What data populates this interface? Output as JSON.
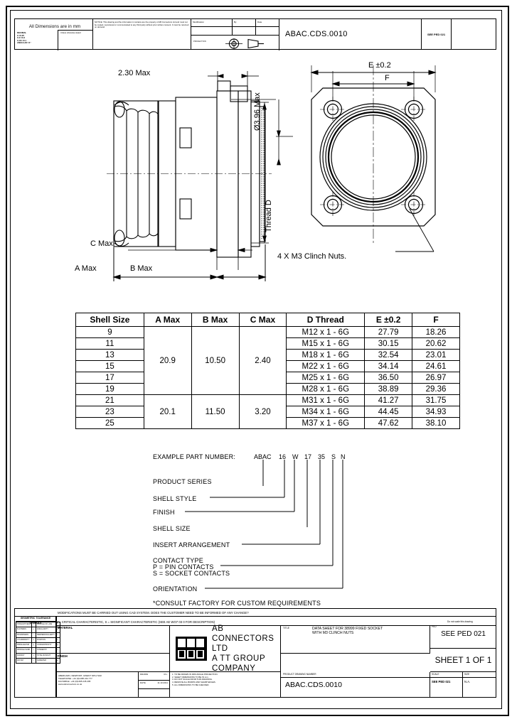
{
  "header": {
    "dimensions_note": "All Dimensions are in mm",
    "tolerance_caption": "Unless otherwise stated",
    "tolerance_lines": [
      "DECIMAL",
      "X  ±0.25",
      "X.X  ±0.2",
      "X.XX  ±0.1",
      "ANGULAR ±1°"
    ],
    "general_note": "NOTICE: This drawing and the information it contains are the property of AB Connectors Ltd and must not be copied, reproduced or communicated to any third party without prior written consent. It must be returned on demand.",
    "rev_columns": [
      "Modification",
      "By",
      "Date"
    ],
    "projection_label": "PROJECTION",
    "drawing_number": "ABAC.CDS.0010",
    "ped_ref": "SEE PED 021"
  },
  "drawing": {
    "dim_230_max": "2.30 Max",
    "dim_diameter": "Ø3.96 Max",
    "thread_d": "Thread D",
    "dim_c_max": "C Max",
    "dim_a_max": "A Max",
    "dim_b_max": "B Max",
    "dim_e": "E ±0.2",
    "dim_f": "F",
    "clinch_note": "4 X M3 Clinch Nuts."
  },
  "table": {
    "headers": [
      "Shell Size",
      "A Max",
      "B Max",
      "C Max",
      "D Thread",
      "E ±0.2",
      "F"
    ],
    "group1": {
      "a_max": "20.9",
      "b_max": "10.50",
      "c_max": "2.40"
    },
    "group2": {
      "a_max": "20.1",
      "b_max": "11.50",
      "c_max": "3.20"
    },
    "rows": [
      {
        "shell": "9",
        "thread": "M12 x 1 - 6G",
        "e": "27.79",
        "f": "18.26",
        "group": 1
      },
      {
        "shell": "11",
        "thread": "M15 x 1 - 6G",
        "e": "30.15",
        "f": "20.62",
        "group": 1
      },
      {
        "shell": "13",
        "thread": "M18 x 1 - 6G",
        "e": "32.54",
        "f": "23.01",
        "group": 1
      },
      {
        "shell": "15",
        "thread": "M22 x 1 - 6G",
        "e": "34.14",
        "f": "24.61",
        "group": 1
      },
      {
        "shell": "17",
        "thread": "M25 x 1 - 6G",
        "e": "36.50",
        "f": "26.97",
        "group": 1
      },
      {
        "shell": "19",
        "thread": "M28 x 1 - 6G",
        "e": "38.89",
        "f": "29.36",
        "group": 1
      },
      {
        "shell": "21",
        "thread": "M31 x 1 - 6G",
        "e": "41.27",
        "f": "31.75",
        "group": 2
      },
      {
        "shell": "23",
        "thread": "M34 x 1 - 6G",
        "e": "44.45",
        "f": "34.93",
        "group": 2
      },
      {
        "shell": "25",
        "thread": "M37 x 1 - 6G",
        "e": "47.62",
        "f": "38.10",
        "group": 2
      }
    ]
  },
  "part_number": {
    "title": "EXAMPLE PART NUMBER:",
    "code_segments": [
      "ABAC",
      "16",
      "W",
      "17",
      "35",
      "S",
      "N"
    ],
    "legend": [
      "PRODUCT SERIES",
      "SHELL STYLE",
      "FINISH",
      "SHELL SIZE",
      "INSERT ARRANGEMENT",
      "CONTACT TYPE",
      "ORIENTATION"
    ],
    "contact_type_detail": [
      "P = PIN CONTACTS",
      "S = SOCKET CONTACTS"
    ],
    "footnote": "*CONSULT FACTORY FOR CUSTOM REQUIREMENTS"
  },
  "title_block": {
    "mod_note": "MODIFICATIONS MUST BE CARRIED OUT USING CAD SYSTEM. DOES THE CUSTOMER NEED TO BE INFORMED OF ANY CHANGE?",
    "vc_note": "V = CRITICAL CHARACTERISTIC, S = SIGNIFICANT CHARACTERISTIC (SEE AE WO7 03 0  FOR DESCRIPTION)",
    "do_not_scale": "Do not scale this drawing",
    "geo_header": "GEOMETRIC TOLERANCE SYMBOLS",
    "geo_rows": [
      [
        "STRAIGHTNESS",
        "PROFILE OF LINE"
      ],
      [
        "FLATNESS",
        "ANGULARITY"
      ],
      [
        "ROUNDNESS",
        "PERPENDICULARITY"
      ],
      [
        "CYLINDRICITY",
        "POSITION"
      ],
      [
        "PARALLELISM",
        "CONCENTRICITY"
      ],
      [
        "PROFILE SURF",
        "SYMMETRY"
      ],
      [
        "RUNOUT",
        "TOTAL RUNOUT"
      ],
      [
        "DATUM",
        "DIAMETER"
      ]
    ],
    "material_caption": "MATERIAL",
    "finish_caption": "FINISH",
    "company_name_line1": "AB CONNECTORS LTD",
    "company_name_line2": "A TT GROUP COMPANY",
    "address": [
      "ABERCARN, NEWPORT, GWENT NP11 5AR",
      "TELEPHONE: +44 (0)1495 244 777",
      "FACSIMILE: +44 (0)1495 245 295",
      "www.abconnectors.co.uk"
    ],
    "drawn_caption": "DRAWN",
    "drawn_by": "R.L.",
    "date_caption": "DATE",
    "date_value": "11.10.2011",
    "title_caption": "TITLE",
    "title_line1": "DATA SHEET FOR 38999 FIXED SOCKET",
    "title_line2": "WITH M3 CLINCH NUTS",
    "ped_caption": "PED",
    "ped_value": "SEE PED 021",
    "sheet_value": "SHEET 1  OF 1",
    "notes": [
      "1. TO BE DRAWN IN 3RD ANGLE PROJECTION.",
      "2. SHEET DIMENSIONS TO BE IN mm.",
      "3. DO NOT SCALE FROM THIS DRAWING.",
      "4. REMOVE ALL BURRS AND SHARP EDGES.",
      "5. ALL DIMENSIONS TO BE CHECKED."
    ],
    "dn_caption": "PRODUCT DRAWING NUMBER",
    "dn_value": "ABAC.CDS.0010",
    "scale_caption": "SCALE",
    "scale_value": "SEE PED 021",
    "size_caption": "SIZE",
    "size_value": "N.A."
  }
}
